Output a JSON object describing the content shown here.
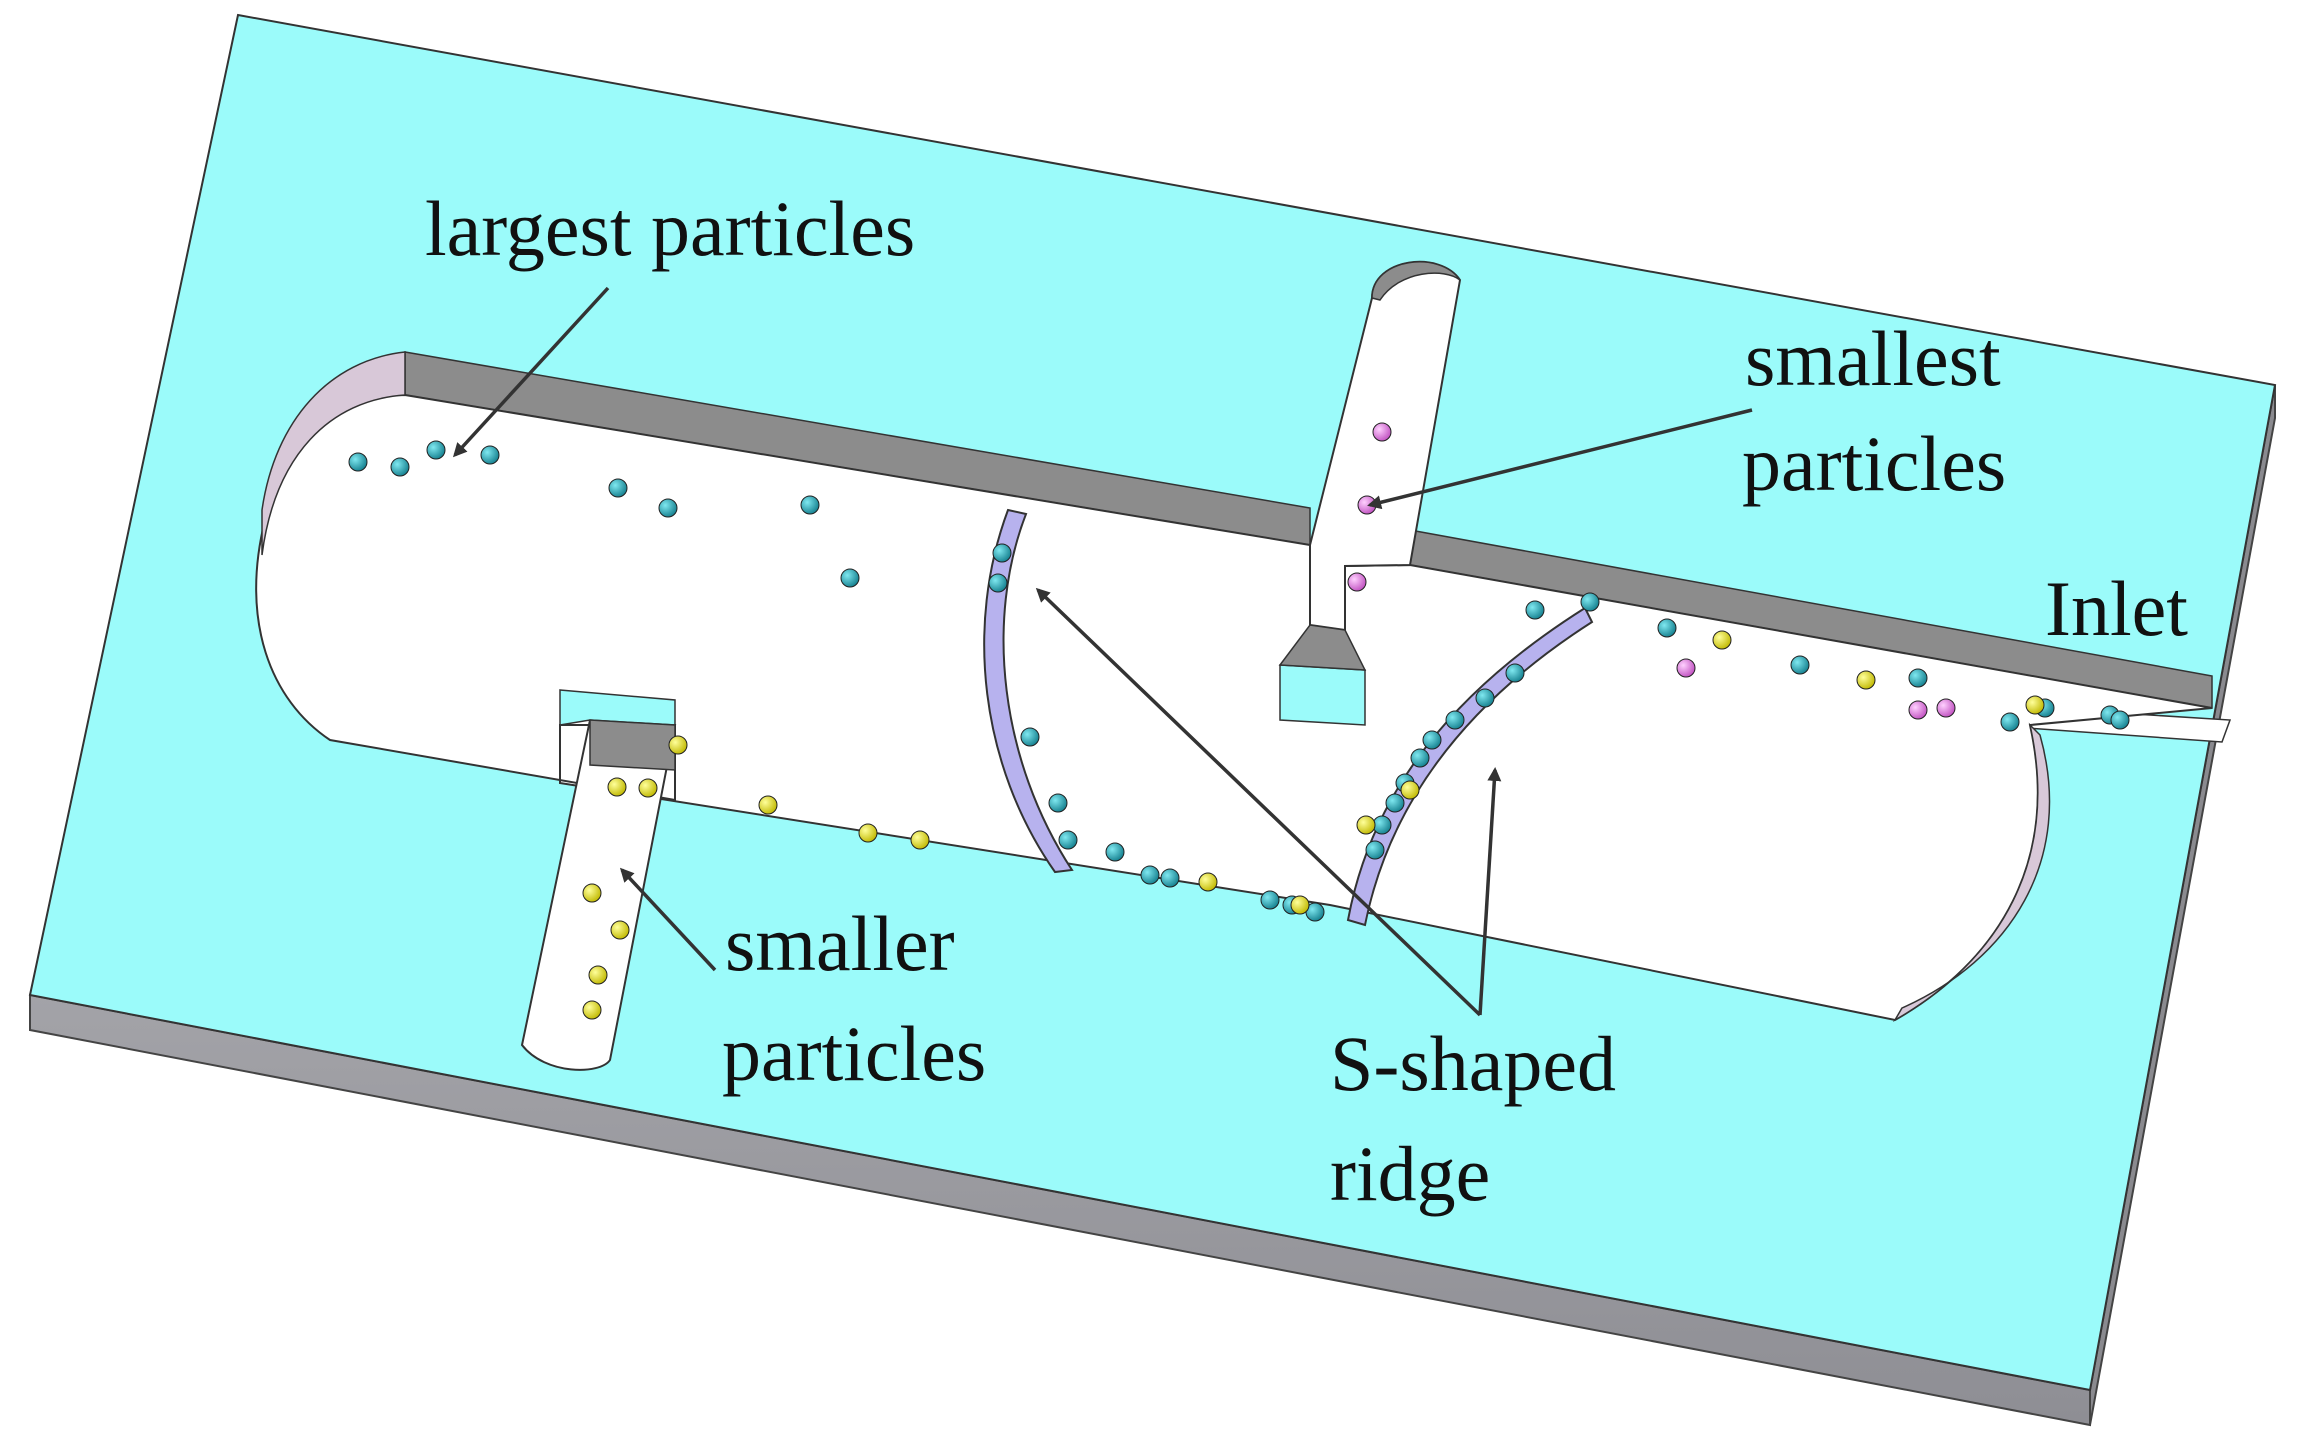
{
  "labels": {
    "largest": "largest particles",
    "smallest_line1": "smallest",
    "smallest_line2": "particles",
    "inlet": "Inlet",
    "smaller_line1": "smaller",
    "smaller_line2": "particles",
    "ridge_line1": "S-shaped",
    "ridge_line2": "ridge"
  },
  "colors": {
    "plate_top": "#9bfbfa",
    "plate_edge": "#999aa0",
    "channel_wall": "#8c8c8c",
    "channel_floor": "#ffffff",
    "curved_wall": "#d8c8d8",
    "ridge": "#b7b2ee",
    "particle_large": "#1a9fb0",
    "particle_medium": "#e6e61c",
    "particle_small": "#e080e0",
    "arrow": "#333333"
  },
  "legend": [
    {
      "kind": "large",
      "label_key": "largest"
    },
    {
      "kind": "medium",
      "label_key": "smaller"
    },
    {
      "kind": "small",
      "label_key": "smallest"
    }
  ]
}
